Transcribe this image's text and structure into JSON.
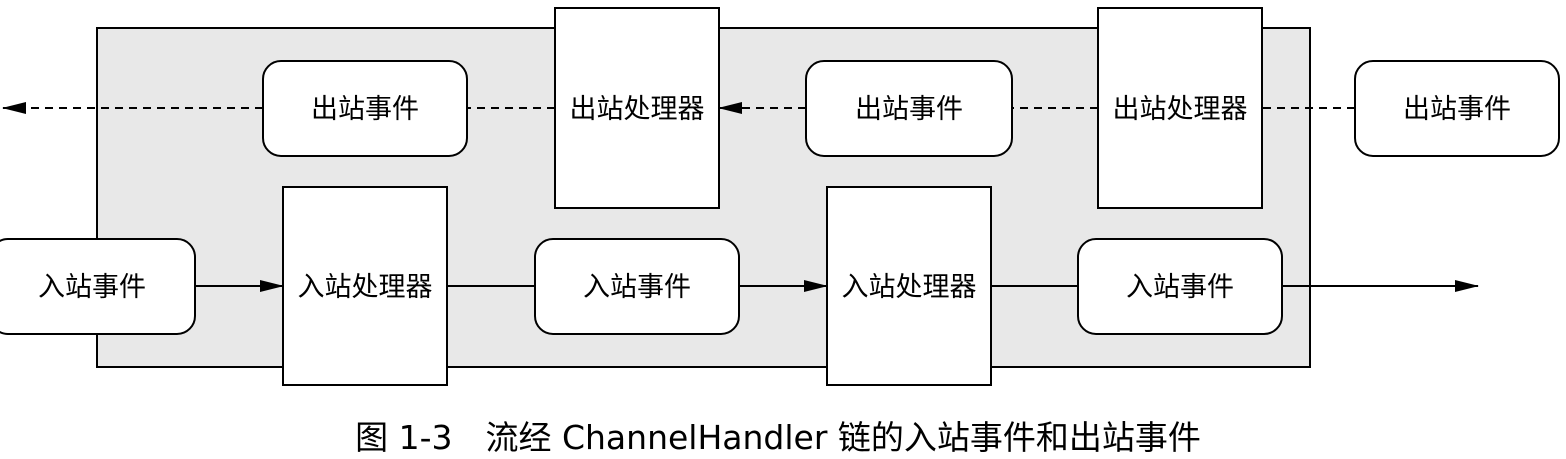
{
  "diagram": {
    "outbound": {
      "event_label": "出站事件",
      "handler_label": "出站处理器"
    },
    "inbound": {
      "event_label": "入站事件",
      "handler_label": "入站处理器"
    },
    "colors": {
      "pipeline_fill": "#e8e8e8",
      "stroke": "#000000",
      "box_fill": "#ffffff"
    }
  },
  "caption": "图 1-3　流经 ChannelHandler 链的入站事件和出站事件"
}
